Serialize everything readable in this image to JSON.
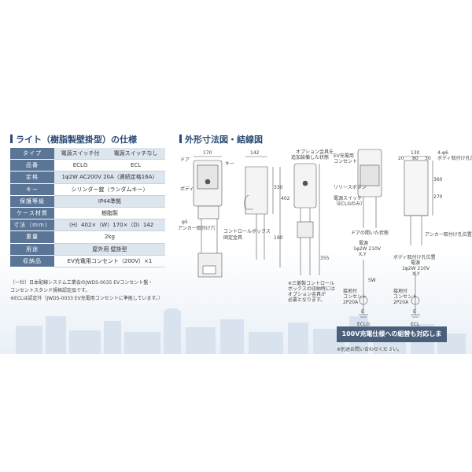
{
  "spec_title": "ライト（樹脂製壁掛型）の仕様",
  "dimension_title": "外形寸法図・結線図",
  "spec_table": [
    {
      "label": "タイプ",
      "values": [
        "電源スイッチ付",
        "電源スイッチなし"
      ],
      "shade": true
    },
    {
      "label": "品番",
      "values": [
        "ECLG",
        "ECL"
      ],
      "shade": false
    },
    {
      "label": "定格",
      "values": [
        "1φ2W AC200V 20A（連続定格16A）"
      ],
      "shade": true
    },
    {
      "label": "キー",
      "values": [
        "シリンダー錠（ランダムキー）"
      ],
      "shade": false
    },
    {
      "label": "保護等級",
      "values": [
        "IP44準拠"
      ],
      "shade": true
    },
    {
      "label": "ケース材質",
      "values": [
        "樹脂製"
      ],
      "shade": false
    },
    {
      "label": "寸法（mm）",
      "values": [
        "（H）402×（W）170×（D）142"
      ],
      "shade": true
    },
    {
      "label": "重量",
      "values": [
        "2kg"
      ],
      "shade": false
    },
    {
      "label": "用途",
      "values": [
        "屋外用 壁掛型"
      ],
      "shade": true
    },
    {
      "label": "収納品",
      "values": [
        "EV充電用コンセント（200V）×1"
      ],
      "shade": false
    }
  ],
  "notes": [
    "（一社）日本配線システム工業会のJWDS-0035 EVコンセント盤・",
    "コンセントスタンド規格認定品です。",
    "※ECLは認定外（JWDS-0033 EV充電用コンセントに準拠しています。）"
  ],
  "callout": "100V充電仕様への組替も対応します。",
  "callout_note": "※別途お問い合わせください。",
  "drawing": {
    "dims": {
      "w170": "170",
      "d142": "142",
      "h402": "402",
      "h330": "330",
      "h190": "190",
      "h355": "355",
      "w130": "130",
      "w20": "20",
      "w80": "80",
      "w30": "30",
      "h360": "360",
      "h270": "270",
      "hole": "4-φ6"
    },
    "labels": {
      "door": "ドア",
      "key": "キー",
      "body": "ボディ",
      "phi5": "φ5",
      "anchor_hole": "アンカー取付け穴",
      "control_box": "コントロールボックス",
      "fixing": "固定金具",
      "option_fitting": "オプション金具を",
      "option_fitting2": "追加装備した状態",
      "ev_outlet": "EV充電用",
      "ev_outlet2": "コンセント",
      "release_button": "リリースボタン",
      "power_switch": "電源スイッチ",
      "power_switch2": "（ECLGのみ）",
      "door_open": "ドアの開いた状態",
      "body_hole": "ボディ取付け孔位置",
      "anchor_pos": "アンカー取付け孔位置",
      "body_pos": "ボディ取付け孔位置",
      "note_mitsubishi1": "※三菱製コントロール",
      "note_mitsubishi2": "ボックスの収納時には",
      "note_mitsubishi3": "オプション金具が",
      "note_mitsubishi4": "必要となります。"
    },
    "wiring": {
      "power": "電源",
      "phase": "1φ2W 210V",
      "xy": "X,Y",
      "sw": "SW",
      "ground_outlet": "接地付",
      "ground_outlet2": "コンセント",
      "rating": "2P20A",
      "ground": "E",
      "eclg": "ECLG",
      "ecl": "ECL"
    }
  },
  "colors": {
    "header": "#5a7595",
    "row_shade": "#dde5ee",
    "title": "#2b4a73",
    "callout": "#4a5f7a"
  }
}
